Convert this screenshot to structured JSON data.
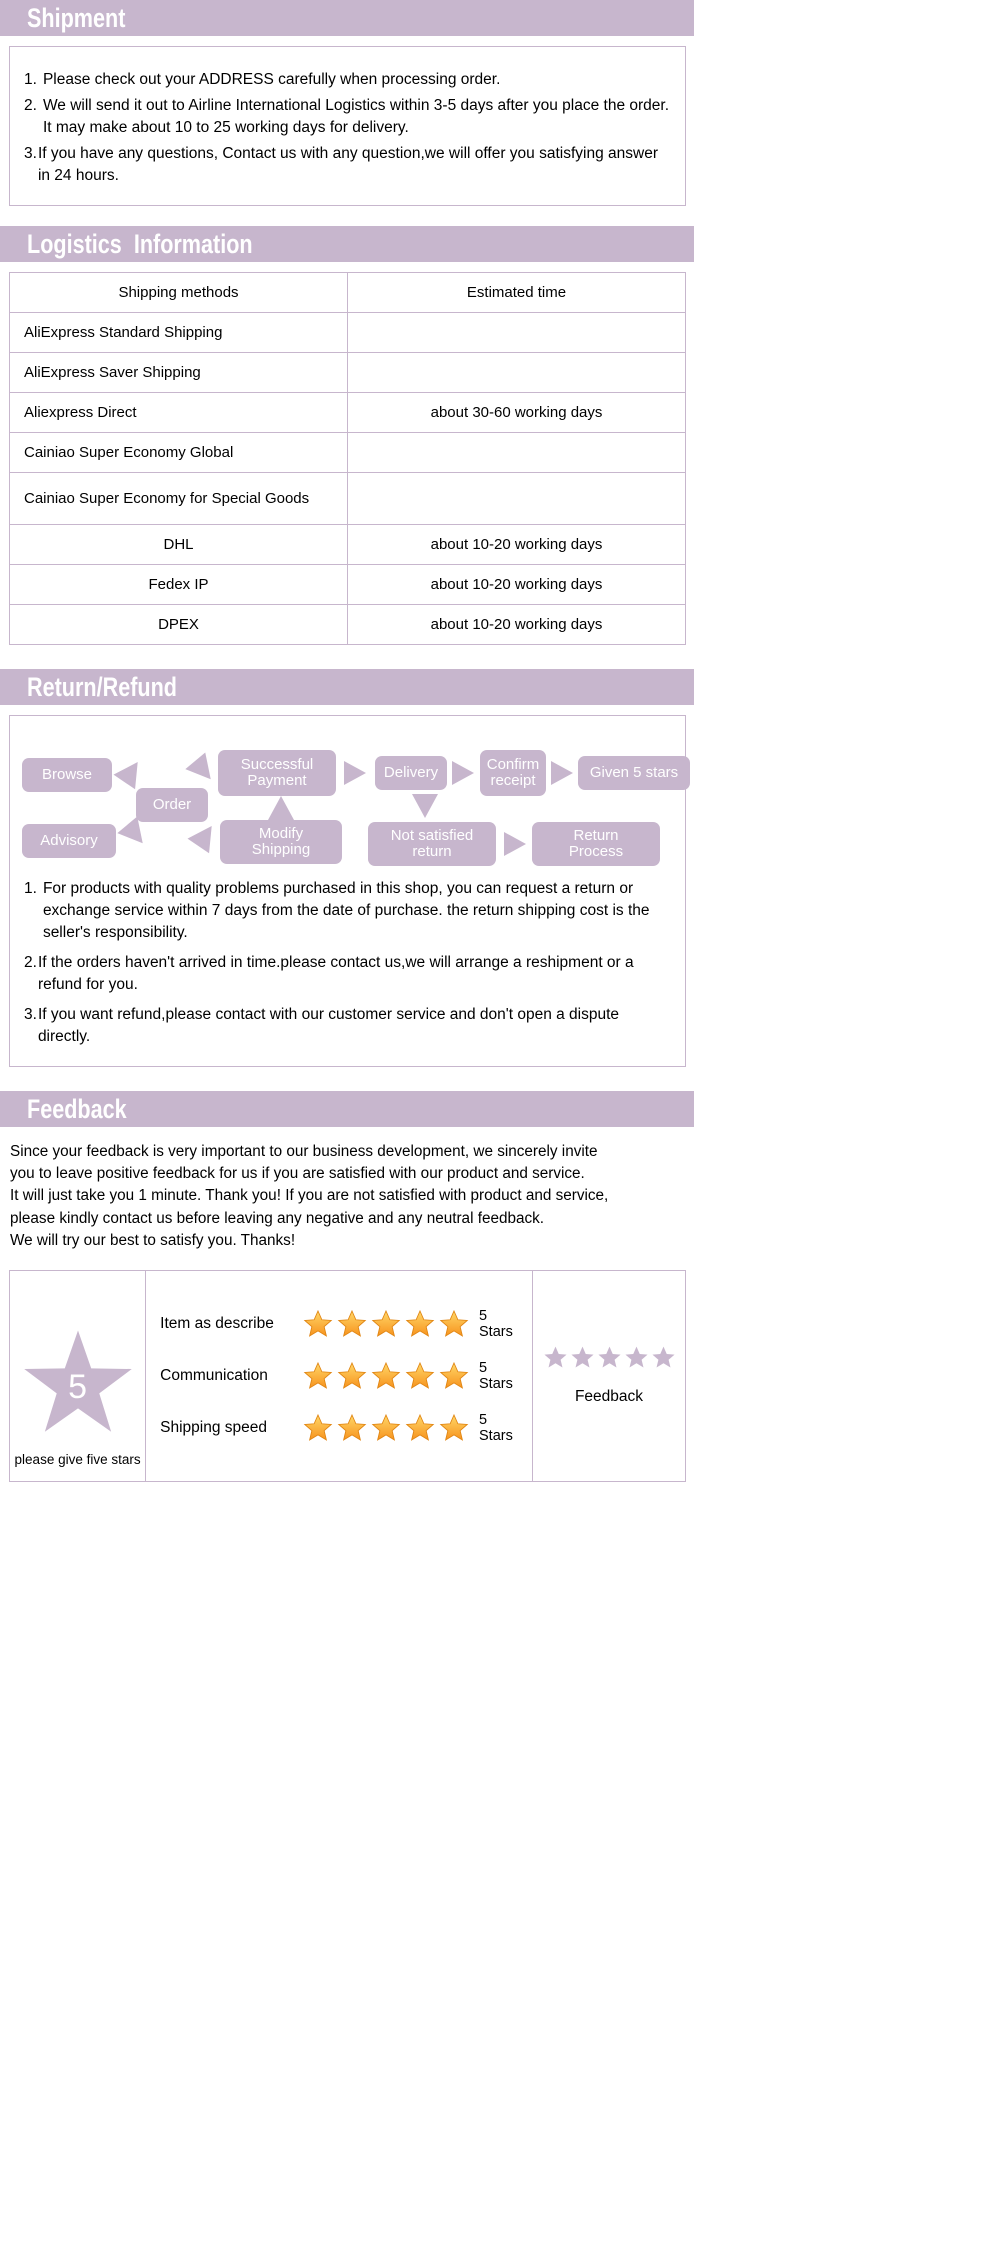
{
  "theme": {
    "accent": "#c7b6cd",
    "star_gold": "#fdb813",
    "star_outline": "#c7b6cd",
    "heading_text": "#ffffff"
  },
  "sections": {
    "shipment": {
      "title": "Shipment",
      "items": [
        {
          "num": "1.",
          "text": "Please check out your ADDRESS carefully when processing order."
        },
        {
          "num": "2.",
          "text": "We will send it out to Airline International Logistics within 3-5 days after you place the order. It may make about 10 to 25 working days for delivery."
        },
        {
          "num": "3.",
          "text": "If you have any questions, Contact us with any question,we will offer you satisfying answer in 24 hours."
        }
      ]
    },
    "logistics": {
      "title": "Logistics  Information",
      "columns": [
        "Shipping methods",
        "Estimated time"
      ],
      "rows": [
        {
          "method": "AliExpress Standard Shipping",
          "time": "",
          "align": "left"
        },
        {
          "method": "AliExpress Saver Shipping",
          "time": "",
          "align": "left"
        },
        {
          "method": "Aliexpress Direct",
          "time": "about 30-60 working days",
          "align": "left"
        },
        {
          "method": "Cainiao Super Economy Global",
          "time": "",
          "align": "left"
        },
        {
          "method": "Cainiao Super Economy for Special Goods",
          "time": "",
          "align": "left"
        },
        {
          "method": "DHL",
          "time": "about 10-20 working days",
          "align": "center"
        },
        {
          "method": "Fedex IP",
          "time": "about 10-20 working days",
          "align": "center"
        },
        {
          "method": "DPEX",
          "time": "about 10-20 working days",
          "align": "center"
        }
      ]
    },
    "return_refund": {
      "title": "Return/Refund",
      "flow_nodes": [
        {
          "id": "browse",
          "label": "Browse"
        },
        {
          "id": "order",
          "label": "Order"
        },
        {
          "id": "advisory",
          "label": "Advisory"
        },
        {
          "id": "successful-payment",
          "label": "Successful\nPayment"
        },
        {
          "id": "modify-shipping",
          "label": "Modify\nShipping"
        },
        {
          "id": "delivery",
          "label": "Delivery"
        },
        {
          "id": "not-satisfied-return",
          "label": "Not satisfied\nreturn"
        },
        {
          "id": "confirm-receipt",
          "label": "Confirm\nreceipt"
        },
        {
          "id": "given-5-stars",
          "label": "Given 5 stars"
        },
        {
          "id": "return-process",
          "label": "Return\nProcess"
        }
      ],
      "items": [
        {
          "num": "1.",
          "text": "For products with quality problems purchased in this shop, you can request a return or exchange service within 7 days from the date of purchase. the return shipping cost is the seller's responsibility."
        },
        {
          "num": "2.",
          "text": "If the orders haven't arrived in time.please contact us,we will arrange a reshipment or a refund for you."
        },
        {
          "num": "3.",
          "text": "If you want refund,please contact with our customer service and don't open a dispute directly."
        }
      ]
    },
    "feedback": {
      "title": "Feedback",
      "paragraph_lines": [
        "Since your feedback is very important to our business development, we sincerely invite",
        "you to leave positive feedback for us if you are satisfied with our product and service.",
        "It will just take you 1 minute. Thank you! If you are not satisfied with product and service,",
        "please kindly contact us before leaving any negative and any neutral feedback.",
        "We will try our best to satisfy you. Thanks!"
      ],
      "rating_panel": {
        "big_star_value": "5",
        "give_five_caption": "please give five stars",
        "rows": [
          {
            "label": "Item as describe",
            "stars": 5,
            "value": "5 Stars"
          },
          {
            "label": "Communication",
            "stars": 5,
            "value": "5 Stars"
          },
          {
            "label": "Shipping speed",
            "stars": 5,
            "value": "5 Stars"
          }
        ],
        "right_panel": {
          "stars": 5,
          "label": "Feedback"
        }
      }
    }
  }
}
